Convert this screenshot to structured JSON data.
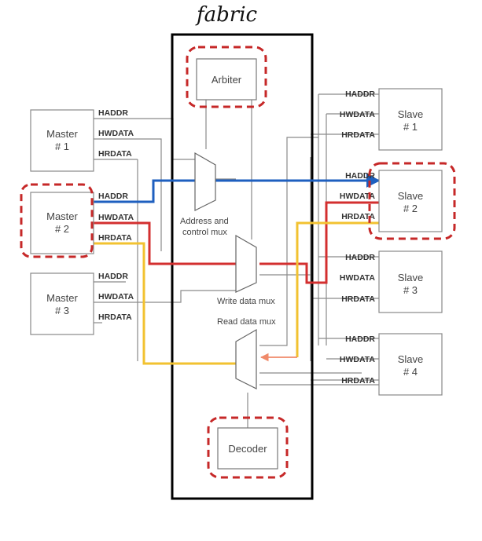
{
  "annotation": {
    "text": "fabric"
  },
  "masters": [
    {
      "name": "Master",
      "num": "# 1"
    },
    {
      "name": "Master",
      "num": "# 2"
    },
    {
      "name": "Master",
      "num": "# 3"
    }
  ],
  "slaves": [
    {
      "name": "Slave",
      "num": "# 1"
    },
    {
      "name": "Slave",
      "num": "# 2"
    },
    {
      "name": "Slave",
      "num": "# 3"
    },
    {
      "name": "Slave",
      "num": "# 4"
    }
  ],
  "signals": {
    "haddr": "HADDR",
    "hwdata": "HWDATA",
    "hrdata": "HRDATA"
  },
  "blocks": {
    "arbiter": "Arbiter",
    "decoder": "Decoder",
    "addr_mux_line1": "Address and",
    "addr_mux_line2": "control mux",
    "write_mux": "Write data mux",
    "read_mux": "Read data mux"
  },
  "colors": {
    "highlight_dash": "#c62828",
    "addr_path": "#1e5fbf",
    "write_path": "#d32f2f",
    "read_path": "#f2c230",
    "read_path_light": "#f08a6a",
    "wire": "#8a8a8a",
    "fabric_border": "#000000"
  }
}
